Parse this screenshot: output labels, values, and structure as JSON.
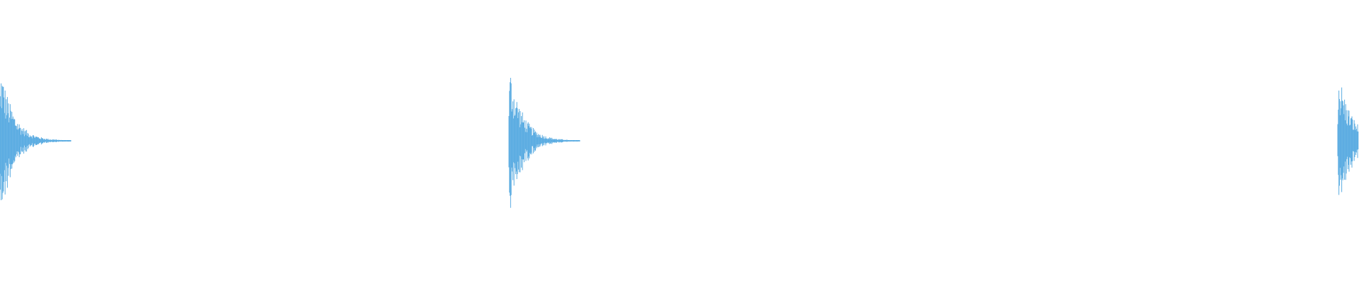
{
  "waveform": {
    "color": "#5dade2",
    "background": "#ffffff",
    "bursts": [
      {
        "name": "burst-1",
        "peak_amplitude": 0.98,
        "decay": "fast",
        "tail": "long"
      },
      {
        "name": "burst-2",
        "peak_amplitude": 0.98,
        "decay": "fast",
        "tail": "long"
      },
      {
        "name": "burst-3",
        "peak_amplitude": 0.93,
        "decay": "fast",
        "tail": "clipped"
      }
    ]
  }
}
